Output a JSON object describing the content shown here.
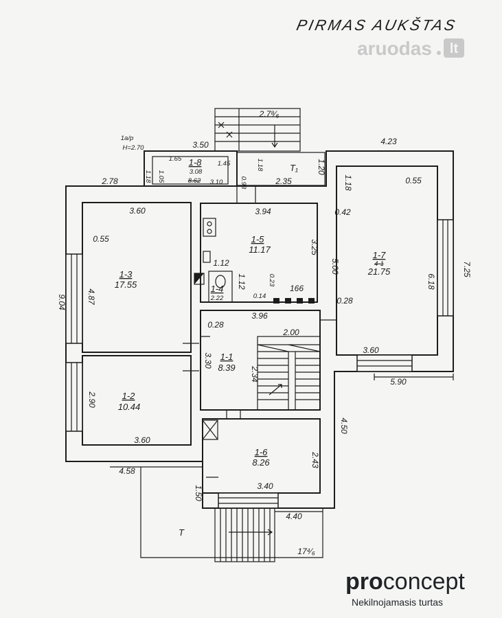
{
  "title": "PIRMAS AUKŠTAS",
  "watermark": {
    "name": "aruodas",
    "tld": "lt"
  },
  "attic_note": {
    "label": "1a/p",
    "height": "H=2.70"
  },
  "rooms": {
    "r1_1": {
      "label": "1-1",
      "area": "8.39"
    },
    "r1_2": {
      "label": "1-2",
      "area": "10.44"
    },
    "r1_3": {
      "label": "1-3",
      "area": "17.55"
    },
    "r1_4": {
      "label": "1-4",
      "area": "2.22"
    },
    "r1_5": {
      "label": "1-5",
      "area": "11.17"
    },
    "r1_6": {
      "label": "1-6",
      "area": "8.26"
    },
    "r1_7": {
      "label": "1-7",
      "sub": "4-1",
      "area": "21.75"
    },
    "r1_8": {
      "label": "1-8",
      "area": "3.08",
      "old_area": "8.62"
    },
    "t1": {
      "label": "T₁"
    },
    "t": {
      "label": "T"
    }
  },
  "dims": [
    "2.78",
    "3.50",
    "2.7⁸⁄₆",
    "4.23",
    "1.65",
    "1.45",
    "1.18",
    "1.20",
    "1.05",
    "1.18",
    "3.10",
    "0.93",
    "2.35",
    "3.60",
    "0.55",
    "4.87",
    "9.04",
    "3.94",
    "3.25",
    "1.12",
    "1.12",
    "0.23",
    "166",
    "0.14",
    "1.18",
    "0.55",
    "0.42",
    "5.00",
    "6.18",
    "7.25",
    "0.28",
    "0.28",
    "3.96",
    "2.00",
    "2.34",
    "3.30",
    "3.60",
    "5.90",
    "2.90",
    "3.60",
    "4.58",
    "2.43",
    "4.50",
    "3.40",
    "1.50",
    "4.40",
    "17⁴⁄₆"
  ],
  "logo": {
    "pro": "pro",
    "concept": "concept",
    "tagline": "Nekilnojamasis turtas"
  },
  "colors": {
    "ink": "#1c1c1c",
    "paper": "#f5f5f4",
    "watermark": "#c9c9c9"
  }
}
